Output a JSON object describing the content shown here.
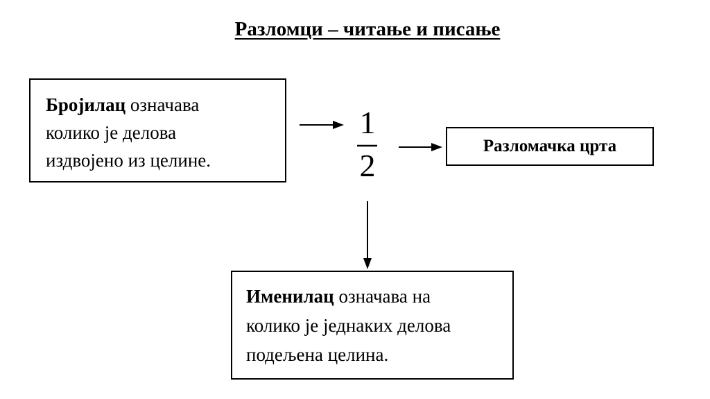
{
  "title": "Разломци – читање и писање",
  "numerator_box": {
    "term": "Бројилац",
    "line1_rest": " означава",
    "line2": "колико је делова",
    "line3": "издвојено из целине."
  },
  "fraction": {
    "numerator": "1",
    "denominator": "2"
  },
  "fraction_bar_box": {
    "label": "Разломачка црта"
  },
  "denominator_box": {
    "term": "Именилац",
    "line1_rest": " означава на",
    "line2": "колико је једнаких делова",
    "line3": "подељена целина."
  }
}
